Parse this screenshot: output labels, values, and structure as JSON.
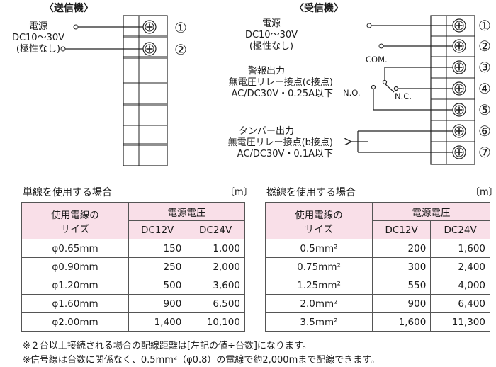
{
  "transmitter": {
    "title": "〈送信機〉",
    "power_label": [
      "電源",
      "DC10～30V",
      "(極性なし)"
    ]
  },
  "receiver": {
    "title": "〈受信機〉",
    "power_label": [
      "電源",
      "DC10～30V",
      "(極性なし)"
    ],
    "alarm_label": [
      "警報出力",
      "無電圧リレー接点(c接点)",
      "AC/DC30V・0.25A以下"
    ],
    "tamper_label": [
      "タンパー出力",
      "無電圧リレー接点(b接点)",
      "AC/DC30V・0.1A以下"
    ],
    "com": "COM.",
    "no": "N.O.",
    "nc": "N.C."
  },
  "terminal_numbers": {
    "transmitter": [
      "①",
      "②"
    ],
    "receiver": [
      "①",
      "②",
      "③",
      "④",
      "⑤",
      "⑥",
      "⑦"
    ]
  },
  "single_wire": {
    "title": "単線を使用する場合",
    "unit": "〔m〕",
    "header_size": [
      "使用電線の",
      "サイズ"
    ],
    "header_voltage": "電源電圧",
    "col1": "DC12V",
    "col2": "DC24V",
    "rows": [
      {
        "size": "φ0.65mm",
        "dc12": "150",
        "dc24": "1,000"
      },
      {
        "size": "φ0.90mm",
        "dc12": "250",
        "dc24": "2,000"
      },
      {
        "size": "φ1.20mm",
        "dc12": "500",
        "dc24": "3,600"
      },
      {
        "size": "φ1.60mm",
        "dc12": "900",
        "dc24": "6,500"
      },
      {
        "size": "φ2.00mm",
        "dc12": "1,400",
        "dc24": "10,100"
      }
    ]
  },
  "stranded_wire": {
    "title": "撚線を使用する場合",
    "unit": "〔m〕",
    "header_size": [
      "使用電線の",
      "サイズ"
    ],
    "header_voltage": "電源電圧",
    "col1": "DC12V",
    "col2": "DC24V",
    "rows": [
      {
        "size": "0.5mm²",
        "dc12": "200",
        "dc24": "1,600"
      },
      {
        "size": "0.75mm²",
        "dc12": "300",
        "dc24": "2,400"
      },
      {
        "size": "1.25mm²",
        "dc12": "550",
        "dc24": "4,000"
      },
      {
        "size": "2.0mm²",
        "dc12": "900",
        "dc24": "6,400"
      },
      {
        "size": "3.5mm²",
        "dc12": "1,600",
        "dc24": "11,300"
      }
    ]
  },
  "notes": [
    "※２台以上接続される場合の配線距離は[左記の値÷台数]になります。",
    "※信号線は台数に関係なく、0.5mm²（φ0.8）の電線で約2,000mまで配線できます。"
  ]
}
